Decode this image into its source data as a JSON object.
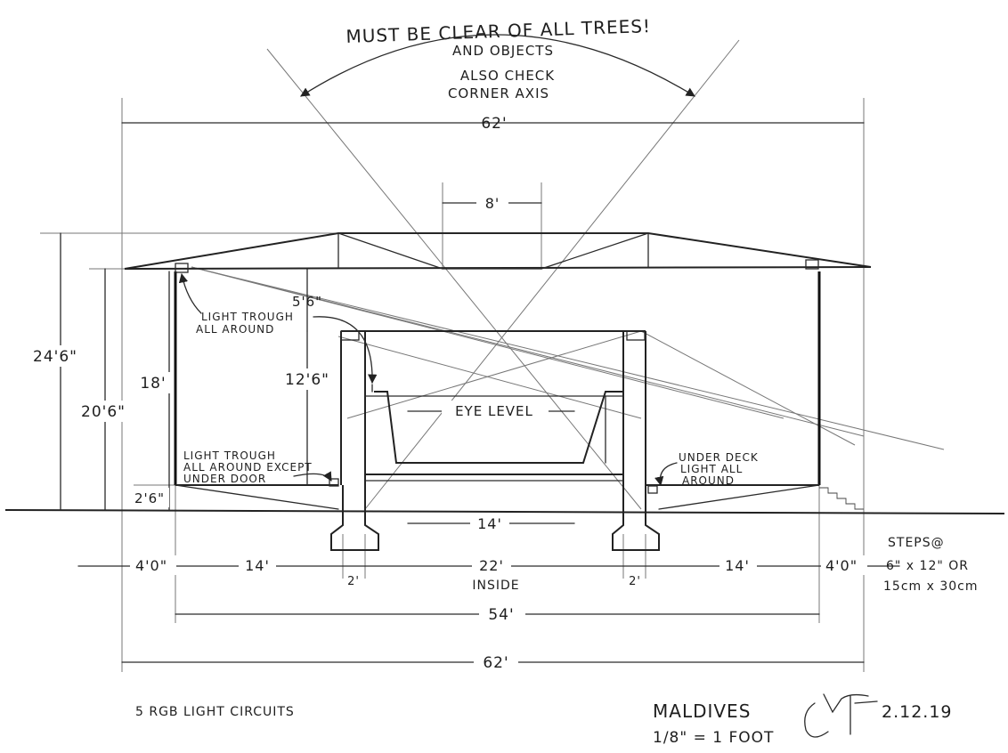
{
  "notes": {
    "clear_of_trees": "MUST BE CLEAR OF ALL TREES!",
    "and_objects": "AND OBJECTS",
    "also_check": "ALSO CHECK",
    "corner_axis": "CORNER AXIS",
    "light_trough_1": "LIGHT TROUGH",
    "light_trough_2": "ALL AROUND",
    "light_trough_except_1": "LIGHT TROUGH",
    "light_trough_except_2": "ALL AROUND EXCEPT",
    "light_trough_except_3": "UNDER DOOR",
    "under_deck_1": "UNDER DECK",
    "under_deck_2": "LIGHT ALL",
    "under_deck_3": "AROUND",
    "eye_level": "EYE LEVEL",
    "steps_1": "STEPS@",
    "steps_2": "6\" x 12\" OR",
    "steps_3": "15cm x 30cm",
    "circuits": "5 RGB LIGHT CIRCUITS"
  },
  "dimensions": {
    "top_width": "62'",
    "oculus": "8'",
    "overall_height": "24'6\"",
    "wall_height": "20'6\"",
    "inner_height": "18'",
    "plinth": "2'6\"",
    "upper_gap": "5'6\"",
    "inner_room": "12'6\"",
    "pool": "14'",
    "side_left_offset": "4'0\"",
    "side_left_span": "14'",
    "wall_left": "2'",
    "inside_span": "22'",
    "inside_label": "INSIDE",
    "wall_right": "2'",
    "side_right_span": "14'",
    "side_right_offset": "4'0\"",
    "mid_span": "54'",
    "bottom_width": "62'"
  },
  "title_block": {
    "location": "MALDIVES",
    "scale": "1/8\" = 1 FOOT",
    "date": "2.12.19",
    "signature": "signature"
  }
}
